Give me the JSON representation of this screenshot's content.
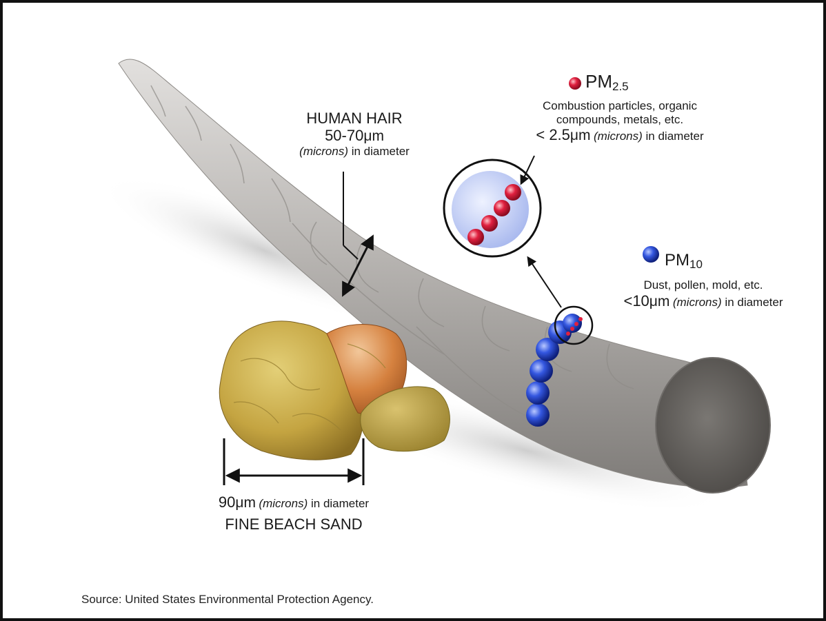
{
  "colors": {
    "hair": "#b9b6b3",
    "sand_yellow": "#c6a642",
    "sand_orange": "#d07a3a",
    "pm25_particle": "#d8183a",
    "pm10_particle": "#2244cc",
    "frame_border": "#111111"
  },
  "hair": {
    "title": "HUMAN HAIR",
    "size": "50-70",
    "unit": "μm",
    "unit_note": "(microns)",
    "diameter_text": " in diameter"
  },
  "pm25": {
    "label": "PM",
    "sub": "2.5",
    "line1": "Combustion particles, organic",
    "line2": "compounds, metals, etc.",
    "size_prefix": "< 2.5",
    "unit": "μm",
    "unit_note": "(microns)",
    "diameter_text": " in diameter"
  },
  "pm10": {
    "label": "PM",
    "sub": "10",
    "line1": "Dust, pollen, mold, etc.",
    "size_prefix": "<10",
    "unit": "μm",
    "unit_note": "(microns)",
    "diameter_text": " in diameter"
  },
  "sand": {
    "size": "90",
    "unit": "μm",
    "unit_note": "(microns)",
    "diameter_text": " in diameter",
    "title": "FINE BEACH SAND"
  },
  "source": "Source: United States Environmental Protection Agency."
}
